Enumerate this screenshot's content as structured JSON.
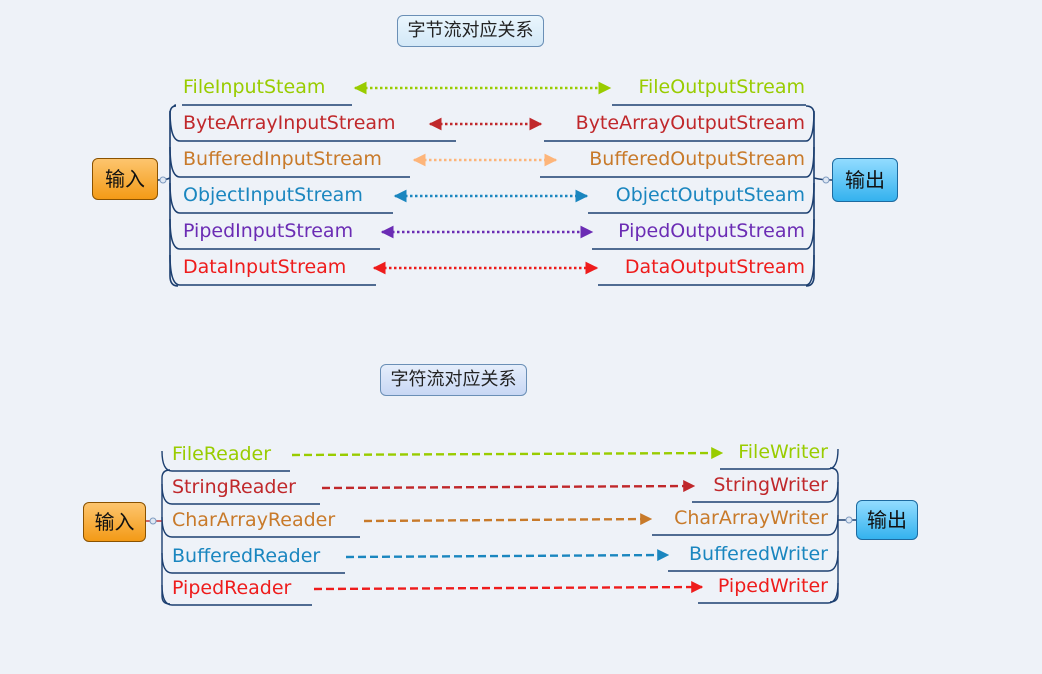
{
  "diagrams": [
    {
      "title": "字节流对应关系",
      "input_label": "输入",
      "output_label": "输出",
      "pairs": [
        {
          "input": "FileInputSteam",
          "output": "FileOutputStream",
          "color": "#99cc00"
        },
        {
          "input": "ByteArrayInputStream",
          "output": "ByteArrayOutputStream",
          "color": "#c0282b"
        },
        {
          "input": "BufferedInputStream",
          "output": "BufferedOutputStream",
          "color": "#c87a2a"
        },
        {
          "input": "ObjectInputStream",
          "output": "ObjectOutputSteam",
          "color": "#1a86bf"
        },
        {
          "input": "PipedInputStream",
          "output": "PipedOutputStream",
          "color": "#6b2cb4"
        },
        {
          "input": "DataInputStream",
          "output": "DataOutputStream",
          "color": "#ee1c1c"
        }
      ],
      "arrow_style": "dotted-bidirectional",
      "arrow_colors": [
        "#99cc00",
        "#c0282b",
        "#fdb57a",
        "#1a86bf",
        "#6b2cb4",
        "#ee1c1c"
      ]
    },
    {
      "title": "字符流对应关系",
      "input_label": "输入",
      "output_label": "输出",
      "pairs": [
        {
          "input": "FileReader",
          "output": "FileWriter",
          "color": "#99cc00"
        },
        {
          "input": "StringReader",
          "output": "StringWriter",
          "color": "#c0282b"
        },
        {
          "input": "CharArrayReader",
          "output": "CharArrayWriter",
          "color": "#c87a2a"
        },
        {
          "input": "BufferedReader",
          "output": "BufferedWriter",
          "color": "#1a86bf"
        },
        {
          "input": "PipedReader",
          "output": "PipedWriter",
          "color": "#ee1c1c"
        }
      ],
      "arrow_style": "dashed-forward"
    }
  ],
  "colors": {
    "bracket": "#1c3f70",
    "background": "#eef2f8"
  }
}
